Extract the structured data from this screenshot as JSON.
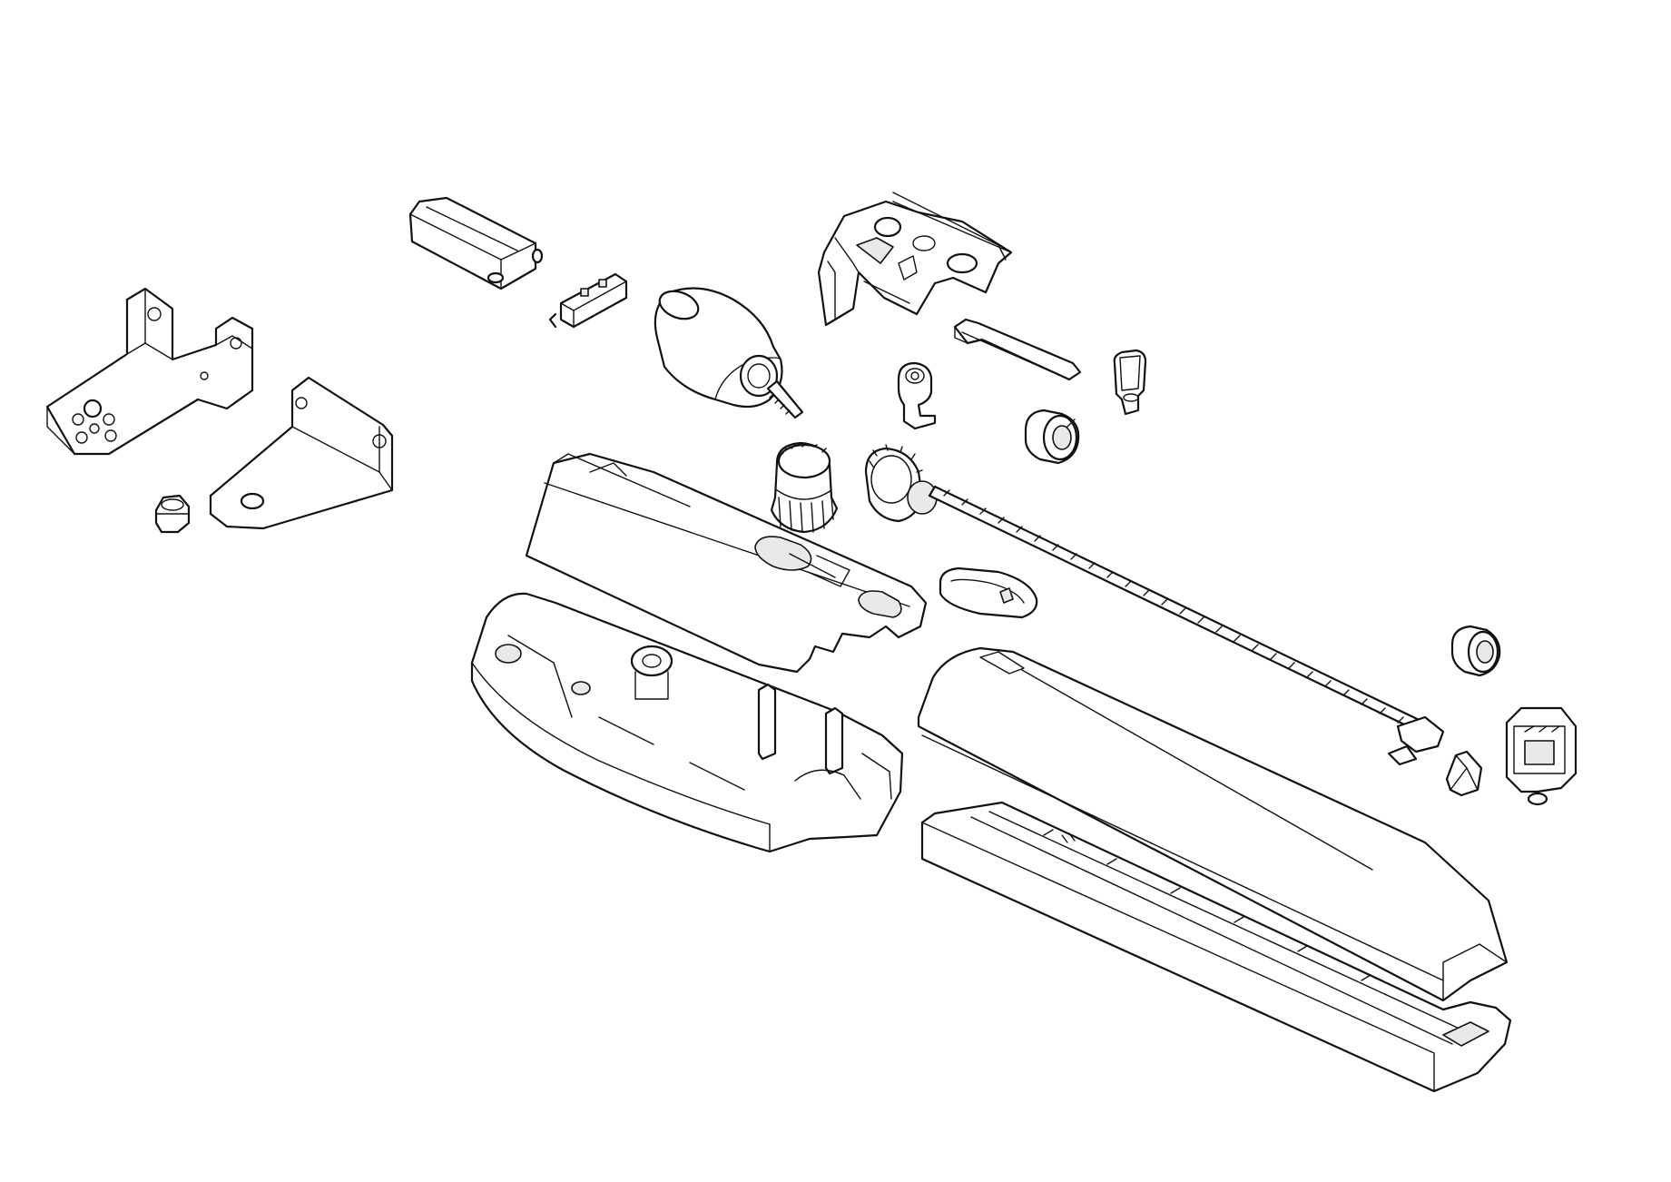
{
  "image": {
    "background_color": "#ffffff",
    "line_color": "#111111",
    "shade_color": "#e9e9e9"
  },
  "parts": [
    {
      "id": "bracket-l",
      "depicts": "l-mounting-bracket-icon"
    },
    {
      "id": "nut",
      "depicts": "hex-nut-icon"
    },
    {
      "id": "bracket-plate",
      "depicts": "angled-plate-bracket-icon"
    },
    {
      "id": "clip",
      "depicts": "sliding-clip-icon"
    },
    {
      "id": "switch",
      "depicts": "limit-switch-icon"
    },
    {
      "id": "motor",
      "depicts": "electric-motor-icon"
    },
    {
      "id": "gearbox",
      "depicts": "gearbox-housing-icon"
    },
    {
      "id": "lever",
      "depicts": "release-lever-icon"
    },
    {
      "id": "key",
      "depicts": "release-key-icon"
    },
    {
      "id": "bushing",
      "depicts": "bushing-icon"
    },
    {
      "id": "collar",
      "depicts": "ring-collar-icon"
    },
    {
      "id": "gear",
      "depicts": "spur-gear-icon"
    },
    {
      "id": "screw",
      "depicts": "worm-screw-shaft-icon"
    },
    {
      "id": "cap",
      "depicts": "oval-cap-icon"
    },
    {
      "id": "cover-short",
      "depicts": "short-cover-icon"
    },
    {
      "id": "base-short",
      "depicts": "short-base-housing-icon"
    },
    {
      "id": "cover-long",
      "depicts": "long-cover-icon"
    },
    {
      "id": "base-long",
      "depicts": "long-base-housing-icon"
    },
    {
      "id": "collar-2",
      "depicts": "end-ring-collar-icon"
    },
    {
      "id": "nut-carriage",
      "depicts": "nut-carriage-icon"
    },
    {
      "id": "end-fitting",
      "depicts": "end-fitting-icon"
    }
  ]
}
